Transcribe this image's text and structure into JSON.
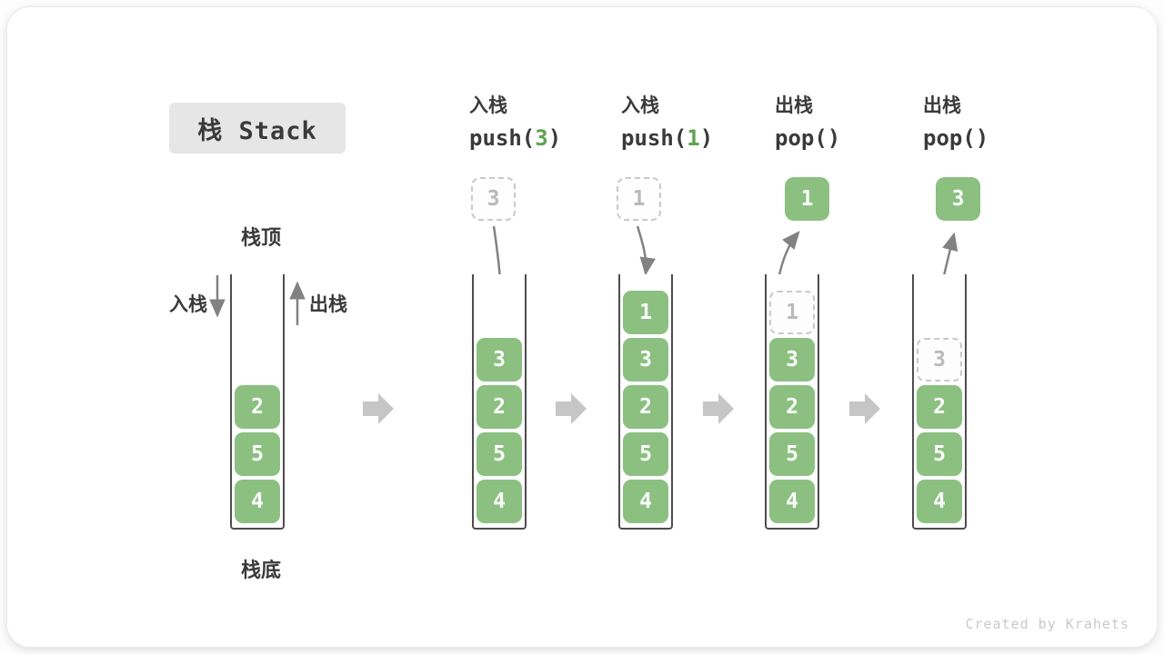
{
  "title": "栈 Stack",
  "diagram_labels": {
    "stack_top": "栈顶",
    "stack_bottom": "栈底",
    "push_side": "入栈",
    "pop_side": "出栈"
  },
  "operations": [
    {
      "name": "入栈",
      "code_pre": "push(",
      "code_arg": "3",
      "code_post": ")"
    },
    {
      "name": "入栈",
      "code_pre": "push(",
      "code_arg": "1",
      "code_post": ")"
    },
    {
      "name": "出栈",
      "code_pre": "pop(",
      "code_arg": "",
      "code_post": ")"
    },
    {
      "name": "出栈",
      "code_pre": "pop(",
      "code_arg": "",
      "code_post": ")"
    }
  ],
  "floating_values": [
    {
      "value": "3",
      "style": "ghost"
    },
    {
      "value": "1",
      "style": "ghost"
    },
    {
      "value": "1",
      "style": "solid"
    },
    {
      "value": "3",
      "style": "solid"
    }
  ],
  "stacks": [
    {
      "cells": [
        {
          "v": "2"
        },
        {
          "v": "5"
        },
        {
          "v": "4"
        }
      ]
    },
    {
      "cells": [
        {
          "v": "3"
        },
        {
          "v": "2"
        },
        {
          "v": "5"
        },
        {
          "v": "4"
        }
      ]
    },
    {
      "cells": [
        {
          "v": "1"
        },
        {
          "v": "3"
        },
        {
          "v": "2"
        },
        {
          "v": "5"
        },
        {
          "v": "4"
        }
      ]
    },
    {
      "cells": [
        {
          "v": "1",
          "ghost": true
        },
        {
          "v": "3"
        },
        {
          "v": "2"
        },
        {
          "v": "5"
        },
        {
          "v": "4"
        }
      ]
    },
    {
      "cells": [
        {
          "v": "3",
          "ghost": true
        },
        {
          "v": "2"
        },
        {
          "v": "5"
        },
        {
          "v": "4"
        }
      ]
    }
  ],
  "watermark": "Created by Krahets",
  "colors": {
    "cell_green": "#8BC081",
    "code_arg_green": "#5FA34F",
    "arrow_gray": "#828282",
    "block_arrow_gray": "#C6C6C6"
  }
}
